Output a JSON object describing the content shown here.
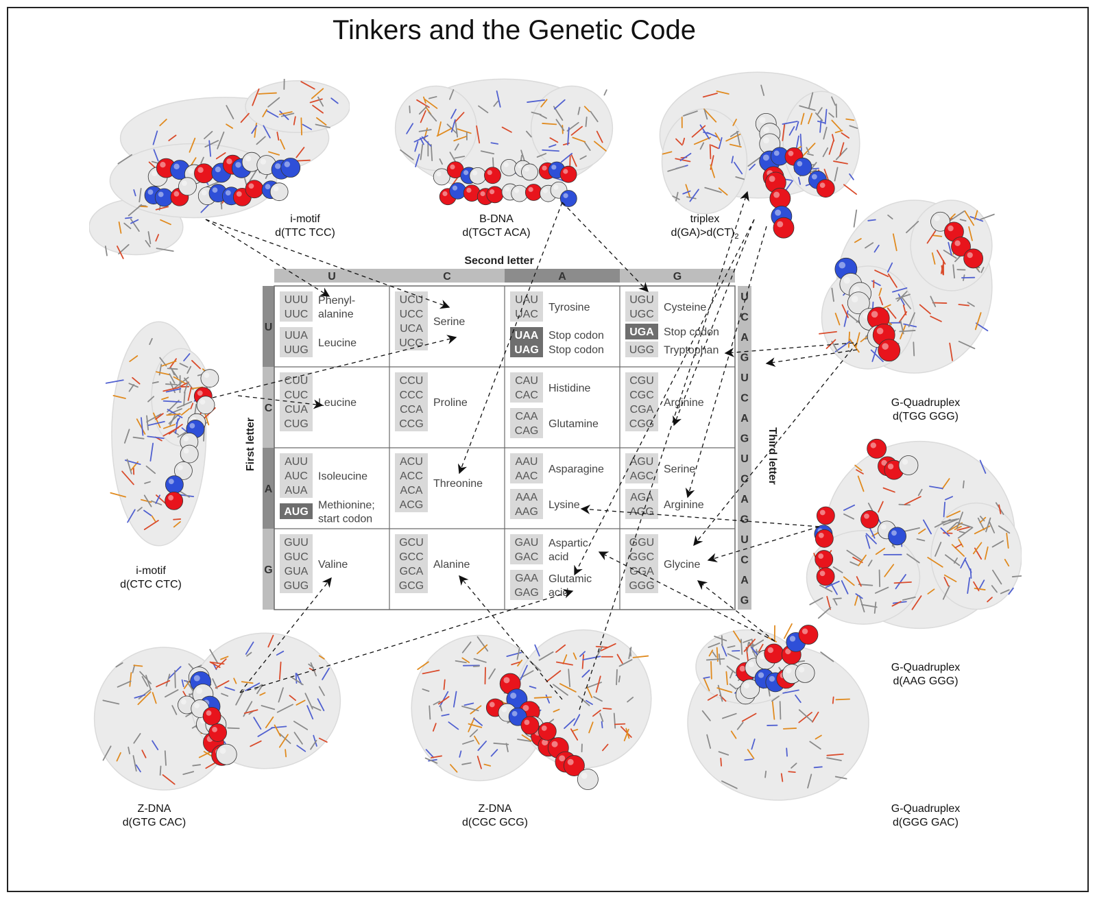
{
  "title": "Tinkers and the Genetic Code",
  "molecules": [
    {
      "name": "i-motif",
      "sequence": "d(TTC TCC)"
    },
    {
      "name": "B-DNA",
      "sequence": "d(TGCT ACA)"
    },
    {
      "name": "triplex",
      "sequence": "d(GA)>d(CT)",
      "subscript": "2"
    },
    {
      "name": "G-Quadruplex",
      "sequence": "d(TGG GGG)"
    },
    {
      "name": "i-motif",
      "sequence": "d(CTC CTC)"
    },
    {
      "name": "G-Quadruplex",
      "sequence": "d(AAG GGG)"
    },
    {
      "name": "Z-DNA",
      "sequence": "d(GTG CAC)"
    },
    {
      "name": "Z-DNA",
      "sequence": "d(CGC GCG)"
    },
    {
      "name": "G-Quadruplex",
      "sequence": "d(GGG GAC)"
    }
  ],
  "table": {
    "second_letter_label": "Second letter",
    "first_letter_label": "First letter",
    "third_letter_label": "Third letter",
    "second_letters": [
      "U",
      "C",
      "A",
      "G"
    ],
    "first_letters": [
      "U",
      "C",
      "A",
      "G"
    ],
    "third_letters": [
      "U",
      "C",
      "A",
      "G",
      "U",
      "C",
      "A",
      "G",
      "U",
      "C",
      "A",
      "G",
      "U",
      "C",
      "A",
      "G"
    ],
    "blocks": [
      [
        {
          "groups": [
            {
              "codons": [
                "UUU",
                "UUC"
              ],
              "aa": [
                "Phenyl-",
                "alanine"
              ]
            },
            {
              "codons": [
                "UUA",
                "UUG"
              ],
              "aa": [
                "Leucine"
              ]
            }
          ]
        },
        {
          "groups": [
            {
              "codons": [
                "UCU",
                "UCC",
                "UCA",
                "UCG"
              ],
              "aa": [
                "Serine"
              ]
            }
          ]
        },
        {
          "groups": [
            {
              "codons": [
                "UAU",
                "UAC"
              ],
              "aa": [
                "Tyrosine"
              ]
            },
            {
              "codons": [
                "UAA",
                "UAG"
              ],
              "aa": [
                "Stop codon",
                "Stop codon"
              ],
              "stop": true
            }
          ]
        },
        {
          "groups": [
            {
              "codons": [
                "UGU",
                "UGC"
              ],
              "aa": [
                "Cysteine"
              ]
            },
            {
              "codons": [
                "UGA"
              ],
              "aa": [
                "Stop codon"
              ],
              "stop": true
            },
            {
              "codons": [
                "UGG"
              ],
              "aa": [
                "Tryptophan"
              ]
            }
          ]
        }
      ],
      [
        {
          "groups": [
            {
              "codons": [
                "CUU",
                "CUC",
                "CUA",
                "CUG"
              ],
              "aa": [
                "Leucine"
              ]
            }
          ]
        },
        {
          "groups": [
            {
              "codons": [
                "CCU",
                "CCC",
                "CCA",
                "CCG"
              ],
              "aa": [
                "Proline"
              ]
            }
          ]
        },
        {
          "groups": [
            {
              "codons": [
                "CAU",
                "CAC"
              ],
              "aa": [
                "Histidine"
              ]
            },
            {
              "codons": [
                "CAA",
                "CAG"
              ],
              "aa": [
                "Glutamine"
              ]
            }
          ]
        },
        {
          "groups": [
            {
              "codons": [
                "CGU",
                "CGC",
                "CGA",
                "CGG"
              ],
              "aa": [
                "Arginine"
              ]
            }
          ]
        }
      ],
      [
        {
          "groups": [
            {
              "codons": [
                "AUU",
                "AUC",
                "AUA"
              ],
              "aa": [
                "Isoleucine"
              ]
            },
            {
              "codons": [
                "AUG"
              ],
              "aa": [
                "Methionine;",
                "start codon"
              ],
              "start": true
            }
          ]
        },
        {
          "groups": [
            {
              "codons": [
                "ACU",
                "ACC",
                "ACA",
                "ACG"
              ],
              "aa": [
                "Threonine"
              ]
            }
          ]
        },
        {
          "groups": [
            {
              "codons": [
                "AAU",
                "AAC"
              ],
              "aa": [
                "Asparagine"
              ]
            },
            {
              "codons": [
                "AAA",
                "AAG"
              ],
              "aa": [
                "Lysine"
              ]
            }
          ]
        },
        {
          "groups": [
            {
              "codons": [
                "AGU",
                "AGC"
              ],
              "aa": [
                "Serine"
              ]
            },
            {
              "codons": [
                "AGA",
                "AGG"
              ],
              "aa": [
                "Arginine"
              ]
            }
          ]
        }
      ],
      [
        {
          "groups": [
            {
              "codons": [
                "GUU",
                "GUC",
                "GUA",
                "GUG"
              ],
              "aa": [
                "Valine"
              ]
            }
          ]
        },
        {
          "groups": [
            {
              "codons": [
                "GCU",
                "GCC",
                "GCA",
                "GCG"
              ],
              "aa": [
                "Alanine"
              ]
            }
          ]
        },
        {
          "groups": [
            {
              "codons": [
                "GAU",
                "GAC"
              ],
              "aa": [
                "Aspartic",
                "acid"
              ]
            },
            {
              "codons": [
                "GAA",
                "GAG"
              ],
              "aa": [
                "Glutamic",
                "acid"
              ]
            }
          ]
        },
        {
          "groups": [
            {
              "codons": [
                "GGU",
                "GGC",
                "GGA",
                "GGG"
              ],
              "aa": [
                "Glycine"
              ]
            }
          ]
        }
      ]
    ]
  },
  "colors": {
    "oxygen": "#e8141c",
    "nitrogen": "#2e4fd8",
    "carbon": "#e6e6e6",
    "stick_carbon": "#8a8a8a",
    "stick_oxygen": "#d94a2a",
    "stick_nitrogen": "#5060d0",
    "phosphorus": "#e08a1e",
    "surface": "#dcdcdc",
    "header_dark": "#8c8c8c",
    "header_light": "#bdbdbd",
    "codon_box": "#d9d9d9",
    "stop_box": "#6e6e6e"
  }
}
